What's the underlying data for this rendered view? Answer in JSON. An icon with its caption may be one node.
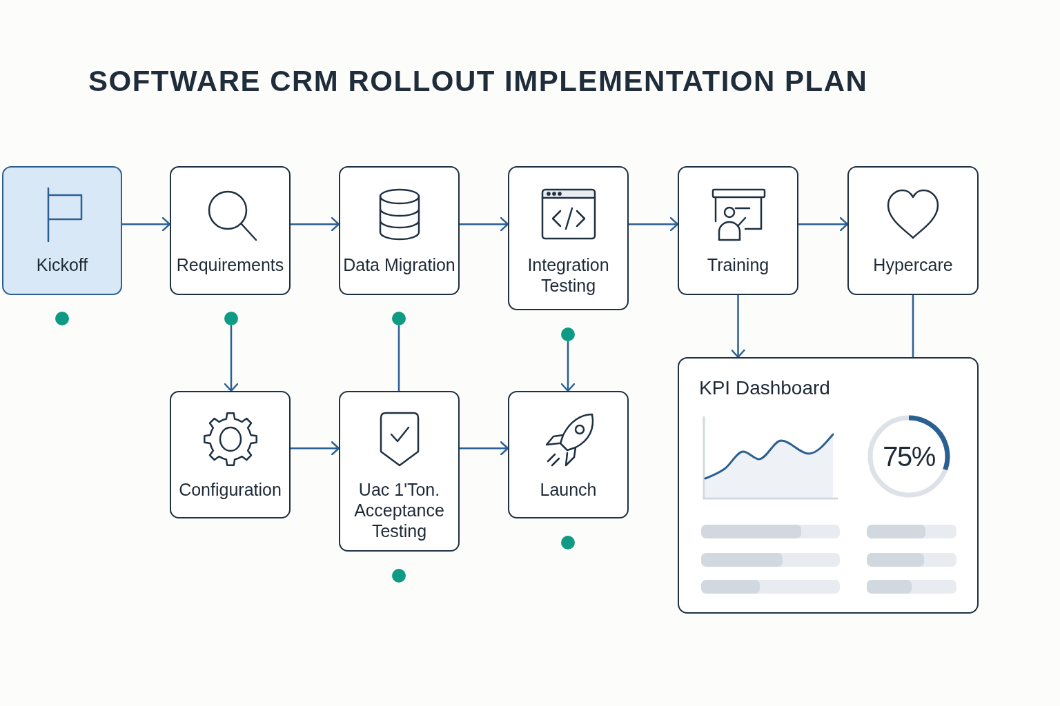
{
  "diagram": {
    "title": "SOFTWARE CRM ROLLOUT IMPLEMENTATION PLAN",
    "nodes": [
      {
        "text": [
          "Kickoff"
        ]
      },
      {
        "text": [
          "Requirements"
        ]
      },
      {
        "text": [
          "Data Migration"
        ]
      },
      {
        "text": [
          "Integration Testing"
        ]
      },
      {
        "text": [
          "Training"
        ]
      },
      {
        "text": [
          "Hypercare"
        ]
      },
      {
        "text": [],
        "shape": "circle"
      },
      {
        "text": [],
        "shape": "circle"
      },
      {
        "text": [],
        "shape": "circle"
      },
      {
        "text": [],
        "shape": "circle"
      },
      {
        "text": [
          "KPI Dashboard",
          "75%"
        ]
      },
      {
        "text": [
          "Configuration"
        ]
      },
      {
        "text": [
          "Uac 1'Ton. Acceptance Testing"
        ]
      },
      {
        "text": [
          "Launch"
        ]
      },
      {
        "text": [],
        "shape": "circle"
      },
      {
        "text": [],
        "shape": "circle"
      }
    ],
    "edges": [
      {
        "from": 0,
        "to": 1,
        "arrow": "to"
      },
      {
        "from": 1,
        "to": 2,
        "arrow": "to"
      },
      {
        "from": 2,
        "to": 3,
        "arrow": "to"
      },
      {
        "from": 3,
        "to": 4,
        "arrow": "to"
      },
      {
        "from": 4,
        "to": 5,
        "arrow": "to"
      },
      {
        "from": 4,
        "to": 10,
        "arrow": "to"
      },
      {
        "from": 5,
        "to": 10,
        "arrow": "none"
      },
      {
        "from": 7,
        "to": 11,
        "arrow": "to"
      },
      {
        "from": 8,
        "to": 12,
        "arrow": "none"
      },
      {
        "from": 9,
        "to": 13,
        "arrow": "to"
      },
      {
        "from": 11,
        "to": 12,
        "arrow": "to"
      },
      {
        "from": 12,
        "to": 13,
        "arrow": "to"
      }
    ]
  }
}
